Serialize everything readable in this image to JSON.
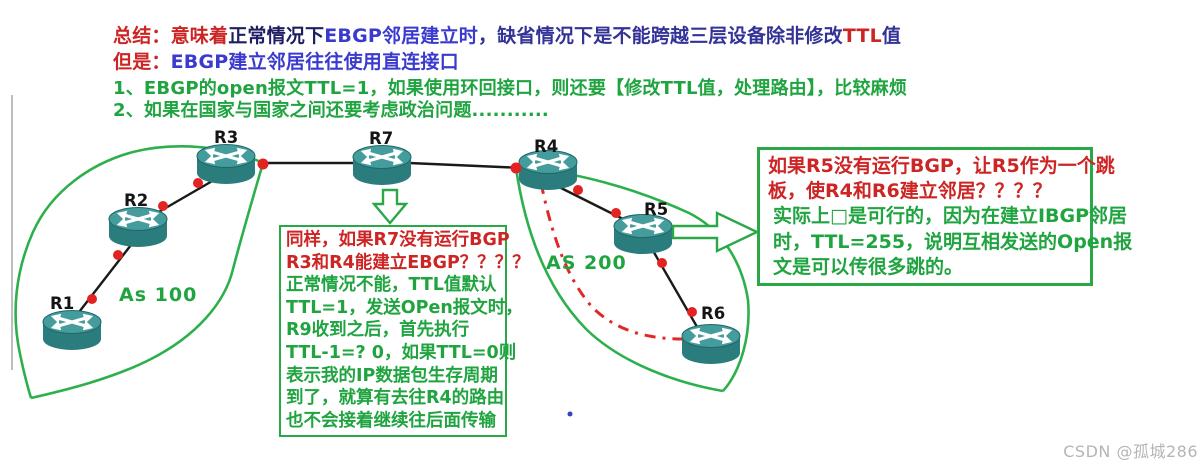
{
  "header": {
    "line1": {
      "prefix": "总结：意味着",
      "normal": "正常情况下",
      "ebgp": "EBGP邻居建立时",
      "middle": "，缺省情况下是不能跨越三层设备除非修改",
      "ttl": "TTL",
      "suffix": "值"
    },
    "line2": {
      "prefix": "但是：",
      "rest": "EBGP建立邻居往往使用直连接口"
    },
    "line3": "1、EBGP的open报文TTL=1，如果使用环回接口，则还要【修改TTL值，处理路由】，比较麻烦",
    "line4": "2、如果在国家与国家之间还要考虑政治问题..........."
  },
  "topology": {
    "routers": {
      "r1": "R1",
      "r2": "R2",
      "r3": "R3",
      "r4": "R4",
      "r5": "R5",
      "r6": "R6",
      "r7": "R7"
    },
    "as_left": "As 100",
    "as_right": "AS 200"
  },
  "middle_note": {
    "l1": "同样，如果R7没有运行BGP",
    "l2": "R3和R4能建立EBGP？？？？",
    "l3": "正常情况不能，TTL值默认",
    "l4": "TTL=1，发送OPen报文时，",
    "l5": "R9收到之后，首先执行",
    "l6": "TTL-1=? 0，如果TTL=0则",
    "l7": "表示我的IP数据包生存周期",
    "l8": "到了，就算有去往R4的路由",
    "l9": "也不会接着继续往后面传输"
  },
  "right_note": {
    "l1": "如果R5没有运行BGP，让R5作为一个跳",
    "l2": "板，使R4和R6建立邻居？？？？",
    "l3": "实际上□是可行的，因为在建立IBGP邻居",
    "l4": "时，TTL=255，说明互相发送的Open报",
    "l5": "文是可以传很多跳的。"
  },
  "watermark": "CSDN @孤城286",
  "icons": {
    "router": "cisco-router-cylinder",
    "down_arrow": "green-block-arrow-down",
    "right_arrow": "green-block-arrow-right",
    "link_dot": "red-interface-dot"
  },
  "colors": {
    "annotation_green": "#2aa747",
    "shape_green": "#2db04c",
    "text_green": "#1fa440",
    "text_red": "#cd2424",
    "text_navy": "#333397",
    "text_blue": "#3a3ace",
    "router_teal": "#2b7d7d",
    "red_dot": "#e32222",
    "watermark_gray": "#b5b5b5"
  }
}
